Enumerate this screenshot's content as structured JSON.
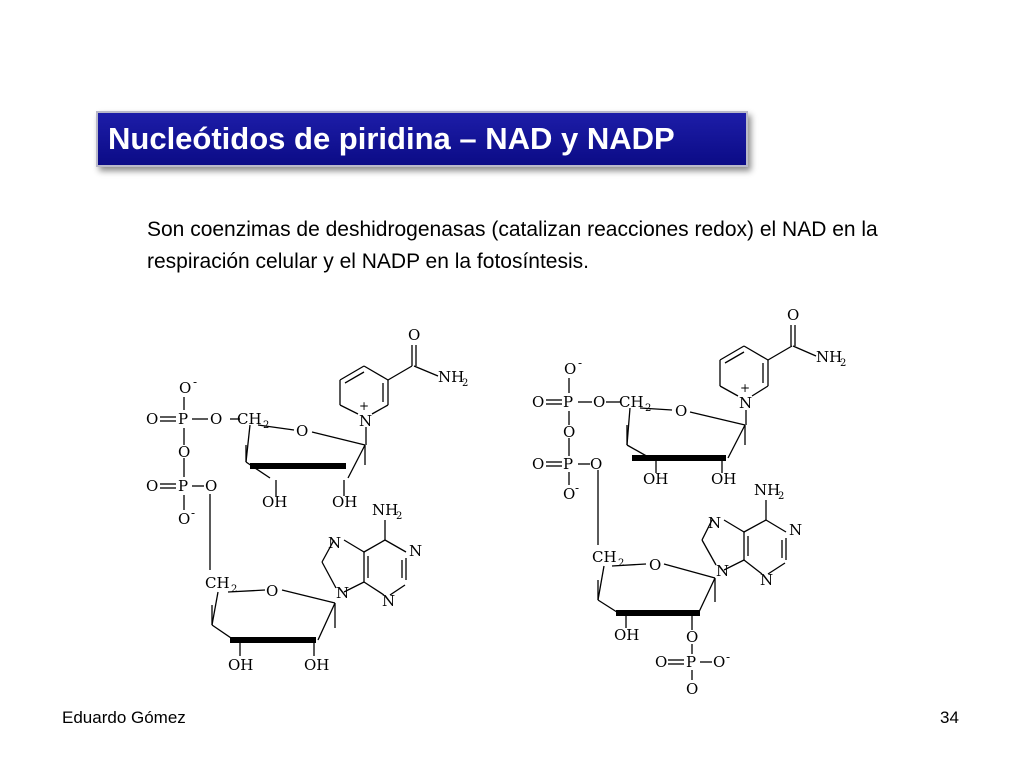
{
  "slide": {
    "title": "Nucleótidos de piridina – NAD y NADP",
    "body": "Son coenzimas de deshidrogenasas (catalizan reacciones redox) el NAD en la respiración celular y el NADP en la fotosíntesis.",
    "author": "Eduardo Gómez",
    "page_number": "34"
  },
  "structures": {
    "nad": {
      "atoms": {
        "oxygen": "O",
        "phosphorus": "P",
        "nitrogen": "N",
        "ch2": "CH",
        "ch2_sub": "2",
        "oh": "OH",
        "nh2": "NH",
        "nh2_sub": "2",
        "minus": "-",
        "plus": "+"
      }
    },
    "nadp": {
      "atoms": {
        "oxygen": "O",
        "phosphorus": "P",
        "nitrogen": "N",
        "ch2": "CH",
        "ch2_sub": "2",
        "oh": "OH",
        "nh2": "NH",
        "nh2_sub": "2",
        "minus": "-",
        "plus": "+"
      }
    }
  }
}
